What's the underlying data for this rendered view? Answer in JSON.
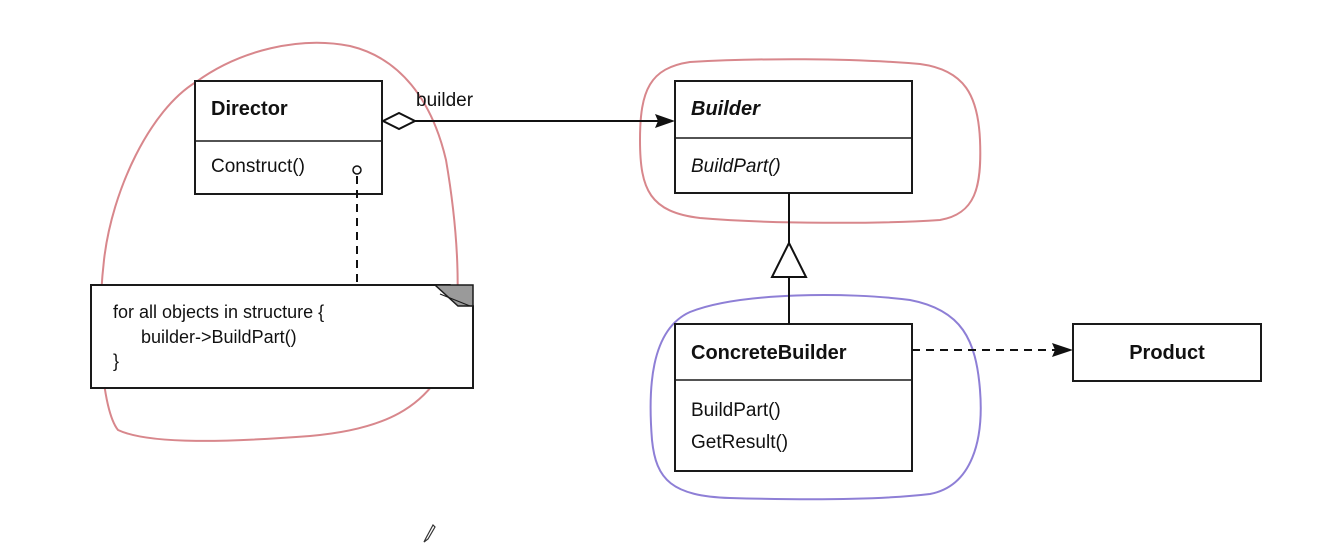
{
  "diagram": {
    "classes": {
      "director": {
        "name": "Director",
        "operations": [
          "Construct()"
        ]
      },
      "builder": {
        "name": "Builder",
        "abstract": true,
        "operations": [
          "BuildPart()"
        ]
      },
      "concrete_builder": {
        "name": "ConcreteBuilder",
        "operations": [
          "BuildPart()",
          "GetResult()"
        ]
      },
      "product": {
        "name": "Product"
      }
    },
    "note": {
      "lines": [
        "for all objects in structure {",
        "builder->BuildPart()",
        "}"
      ]
    },
    "association": {
      "role": "builder",
      "kind": "aggregation"
    },
    "relationships": [
      {
        "from": "Director",
        "to": "Builder",
        "type": "aggregation"
      },
      {
        "from": "ConcreteBuilder",
        "to": "Builder",
        "type": "inheritance"
      },
      {
        "from": "ConcreteBuilder",
        "to": "Product",
        "type": "dependency"
      },
      {
        "from": "Director.Construct()",
        "to": "note",
        "type": "note-link"
      }
    ],
    "annotations": {
      "red_outline_color": "#d8878c",
      "blue_outline_color": "#8e7fd6"
    }
  }
}
